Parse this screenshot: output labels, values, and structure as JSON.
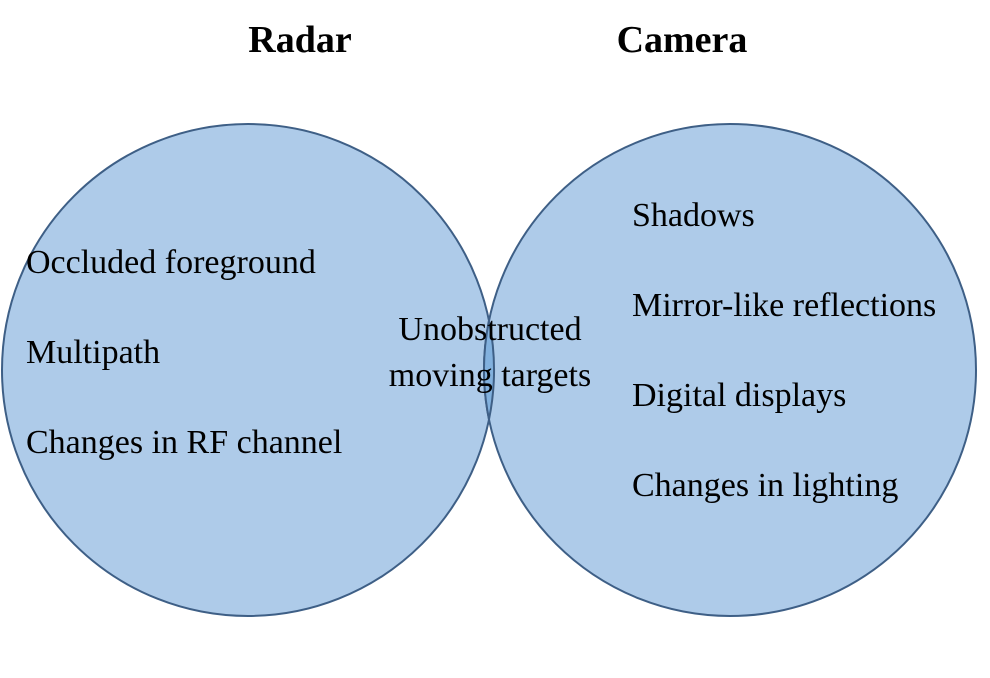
{
  "colors": {
    "circle_fill": "#aecbe9",
    "overlap_fill": "#82b1de",
    "outline": "#3e5f86"
  },
  "sets": [
    {
      "title": "Radar",
      "items": [
        "Occluded foreground",
        "Multipath",
        "Changes in RF channel"
      ]
    },
    {
      "title": "Camera",
      "items": [
        "Shadows",
        "Mirror-like reflections",
        "Digital displays",
        "Changes in lighting"
      ]
    }
  ],
  "overlap": {
    "lines": [
      "Unobstructed",
      "moving targets"
    ]
  }
}
